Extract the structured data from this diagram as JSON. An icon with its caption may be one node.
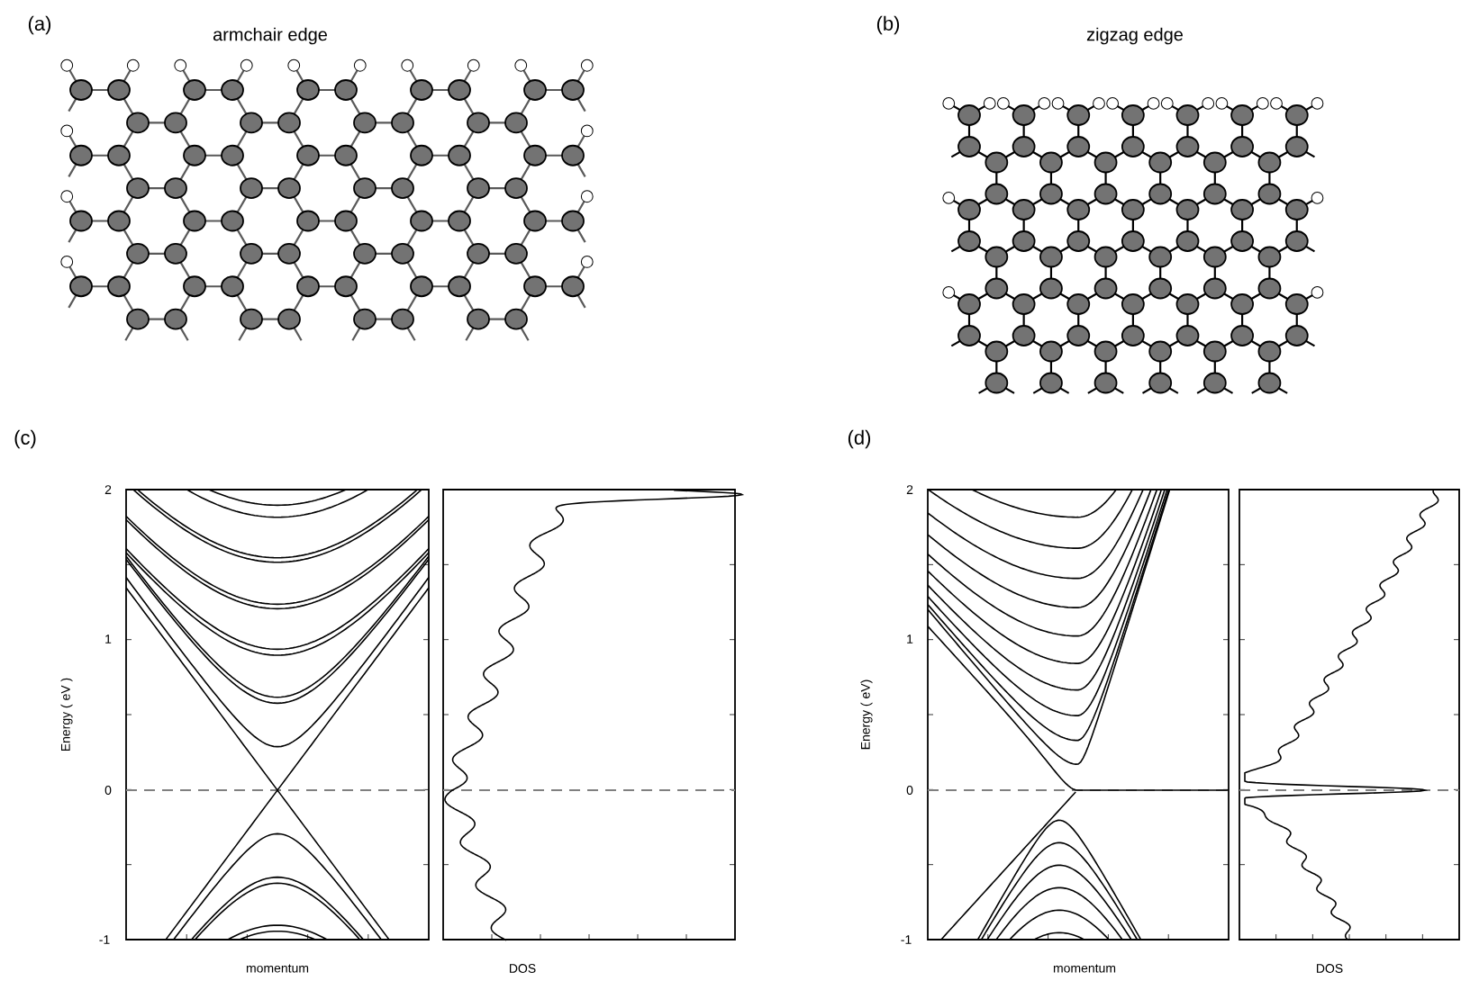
{
  "diagram": {
    "labels": [
      "(a)",
      "armchair edge",
      "(b)",
      "zigzag edge",
      "(c)",
      "2",
      "1",
      "0",
      "-1",
      "Energy ( eV )",
      "momentum",
      "DOS",
      "(d)",
      "2",
      "1",
      "0",
      "-1",
      "Energy ( eV)",
      "momentum",
      "DOS"
    ]
  }
}
